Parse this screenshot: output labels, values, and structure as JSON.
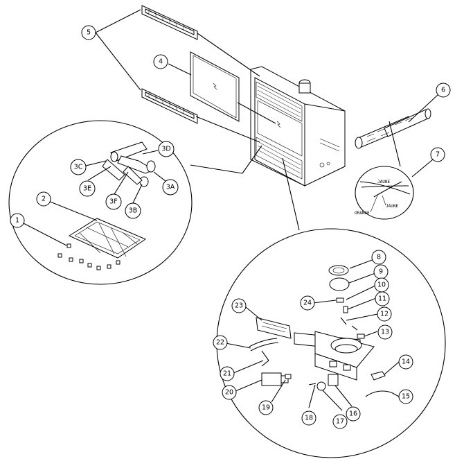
{
  "callouts": [
    {
      "id": "c5",
      "label": "5"
    },
    {
      "id": "c4",
      "label": "4"
    },
    {
      "id": "c6",
      "label": "6"
    },
    {
      "id": "c7",
      "label": "7"
    },
    {
      "id": "c3d",
      "label": "3D"
    },
    {
      "id": "c3c",
      "label": "3C"
    },
    {
      "id": "c3e",
      "label": "3E"
    },
    {
      "id": "c3f",
      "label": "3F"
    },
    {
      "id": "c3a",
      "label": "3A"
    },
    {
      "id": "c3b",
      "label": "3B"
    },
    {
      "id": "c2",
      "label": "2"
    },
    {
      "id": "c1",
      "label": "1"
    },
    {
      "id": "c8",
      "label": "8"
    },
    {
      "id": "c9",
      "label": "9"
    },
    {
      "id": "c10",
      "label": "10"
    },
    {
      "id": "c11",
      "label": "11"
    },
    {
      "id": "c12",
      "label": "12"
    },
    {
      "id": "c13",
      "label": "13"
    },
    {
      "id": "c14",
      "label": "14"
    },
    {
      "id": "c15",
      "label": "15"
    },
    {
      "id": "c16",
      "label": "16"
    },
    {
      "id": "c17",
      "label": "17"
    },
    {
      "id": "c18",
      "label": "18"
    },
    {
      "id": "c19",
      "label": "19"
    },
    {
      "id": "c20",
      "label": "20"
    },
    {
      "id": "c21",
      "label": "21"
    },
    {
      "id": "c22",
      "label": "22"
    },
    {
      "id": "c23",
      "label": "23"
    },
    {
      "id": "c24",
      "label": "24"
    }
  ],
  "wire_labels": {
    "jaune_top": "JAUNE",
    "orange": "ORANGE",
    "jaune_bottom": "JAUNE"
  }
}
